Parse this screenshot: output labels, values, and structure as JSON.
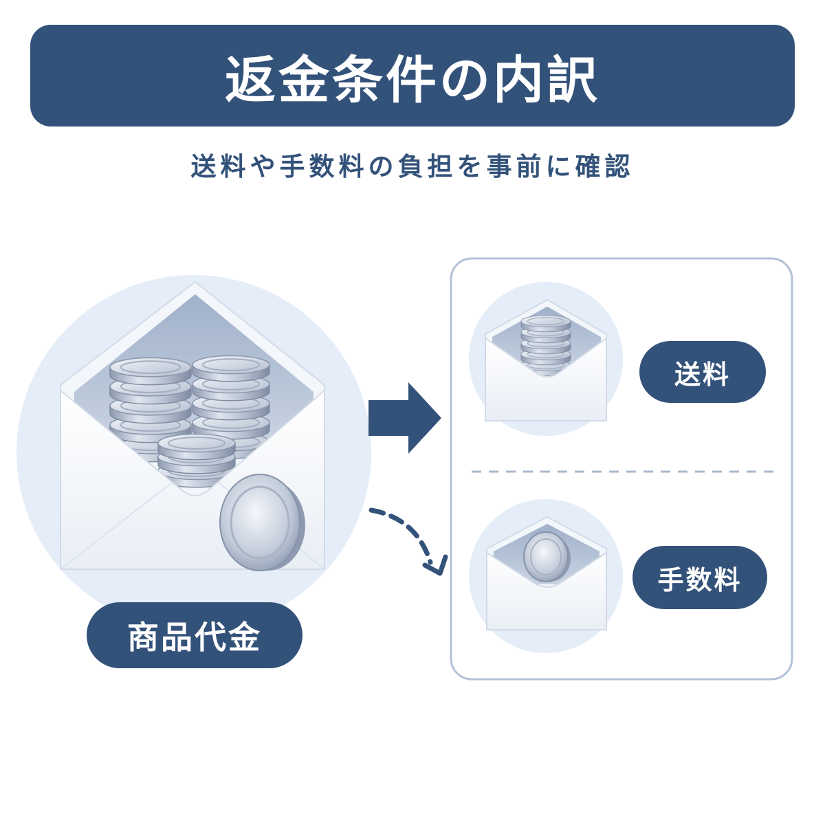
{
  "header": {
    "title": "返金条件の内訳",
    "subtitle": "送料や手数料の負担を事前に確認"
  },
  "main_item": {
    "label": "商品代金"
  },
  "breakdown": {
    "items": [
      {
        "label": "送料"
      },
      {
        "label": "手数料"
      }
    ]
  },
  "colors": {
    "accent": "#33527a",
    "light_circle": "#e4edf8",
    "panel_border": "#b3c2d6",
    "coin": "#a9b4c6"
  },
  "icons": {
    "main": "envelope-coins-icon",
    "shipping": "envelope-coin-stack-icon",
    "fee": "envelope-single-coin-icon",
    "solid_arrow": "arrow-right-icon",
    "dashed_arrow": "dashed-arrow-icon"
  }
}
